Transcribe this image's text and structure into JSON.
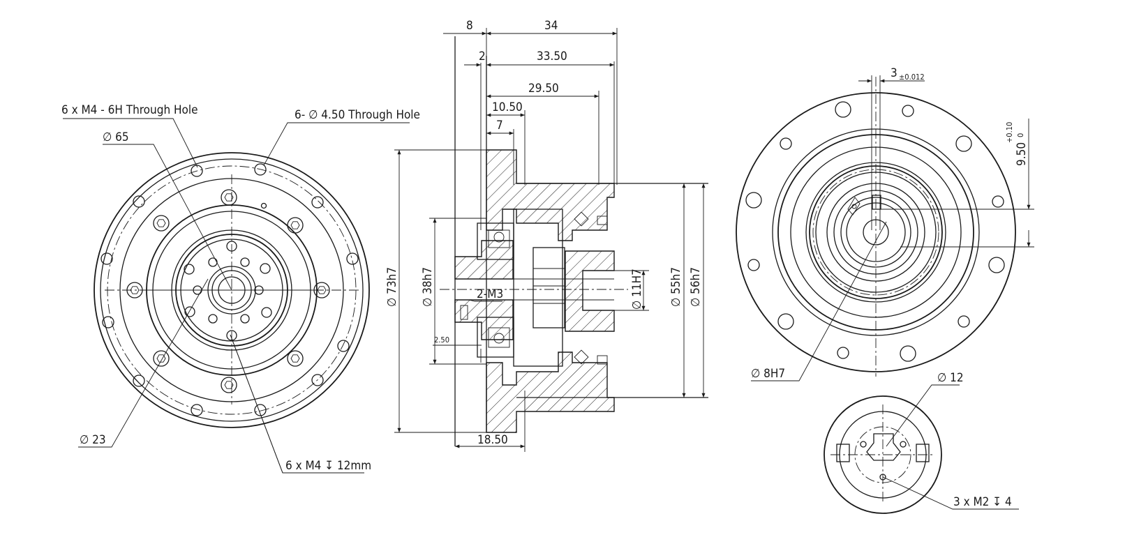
{
  "left_view": {
    "callouts": {
      "through_hole_m4": "6 x  M4 - 6H Through Hole",
      "through_hole_450": "6- ∅ 4.50 Through Hole",
      "dia_65": "∅ 65",
      "dia_23": "∅ 23",
      "m4_depth": "6 x  M4  ↧ 12mm"
    }
  },
  "section_view": {
    "dims": {
      "d8": "8",
      "d34": "34",
      "d2": "2",
      "d3350": "33.50",
      "d2950": "29.50",
      "d1050": "10.50",
      "d7": "7",
      "d73h7": "∅ 73h7",
      "d38h7": "∅ 38h7",
      "m3": "2-M3",
      "d250": "2.50",
      "d11h7": "∅ 11H7",
      "d55h7": "∅ 55h7",
      "d56h7": "∅ 56h7",
      "d1850": "18.50"
    }
  },
  "right_view": {
    "dims": {
      "key_width": "3",
      "key_tol": "±0.012",
      "key_height": "9.50",
      "key_tol_upper": "+0.10",
      "key_tol_lower": "0",
      "dia_8h7": "∅ 8H7"
    }
  },
  "detail_view": {
    "dims": {
      "dia_12": "∅ 12",
      "m2": "3 x  M2  ↧  4"
    }
  }
}
